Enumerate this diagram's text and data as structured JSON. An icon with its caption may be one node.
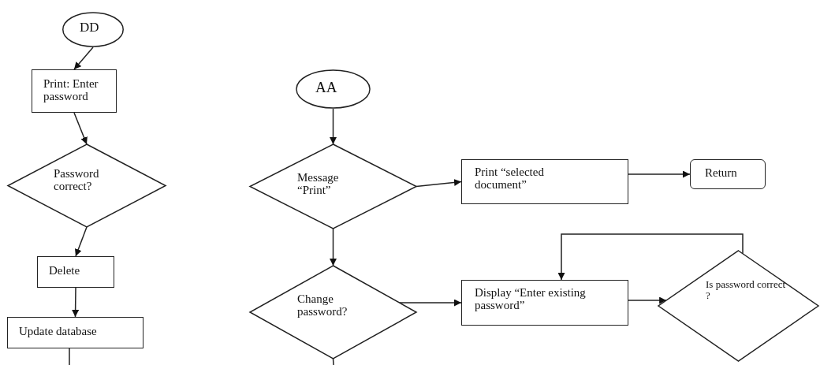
{
  "diagram": {
    "nodes": [
      {
        "text": [
          "DD"
        ]
      },
      {
        "text": [
          "Print: Enter password"
        ]
      },
      {
        "text": [
          "Password correct?"
        ]
      },
      {
        "text": [
          "Delete"
        ]
      },
      {
        "text": [
          "Update database"
        ]
      },
      {
        "text": [
          "AA"
        ]
      },
      {
        "text": [
          "Message “Print”"
        ]
      },
      {
        "text": [
          "Print “selected document”"
        ]
      },
      {
        "text": [
          "Return"
        ]
      },
      {
        "text": [
          "Change password?"
        ]
      },
      {
        "text": [
          "Display “Enter existing password”"
        ]
      },
      {
        "text": [
          "Is password correct ?"
        ]
      }
    ],
    "edges": [
      {
        "from": 0,
        "to": 1,
        "arrow": "to"
      },
      {
        "from": 1,
        "to": 2,
        "arrow": "to"
      },
      {
        "from": 2,
        "to": 3,
        "arrow": "to"
      },
      {
        "from": 3,
        "to": 4,
        "arrow": "to"
      },
      {
        "from": 4,
        "to": null,
        "arrow": "none"
      },
      {
        "from": 5,
        "to": 6,
        "arrow": "to"
      },
      {
        "from": 6,
        "to": 7,
        "arrow": "to"
      },
      {
        "from": 7,
        "to": 8,
        "arrow": "to"
      },
      {
        "from": 6,
        "to": 9,
        "arrow": "to"
      },
      {
        "from": 9,
        "to": 10,
        "arrow": "to"
      },
      {
        "from": 10,
        "to": 11,
        "arrow": "to"
      },
      {
        "from": 11,
        "to": 10,
        "arrow": "to"
      },
      {
        "from": 9,
        "to": null,
        "arrow": "none"
      }
    ]
  }
}
